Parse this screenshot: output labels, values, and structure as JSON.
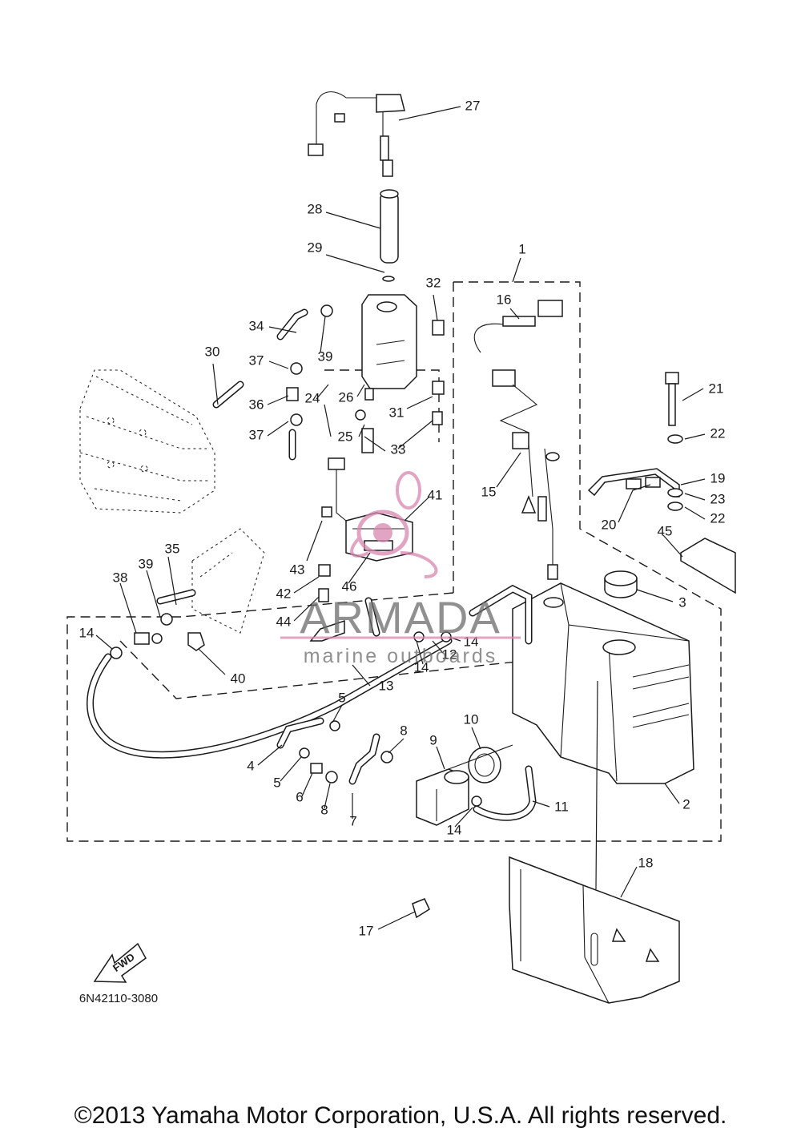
{
  "diagram": {
    "part_code": "6N42110-3080",
    "fwd_label": "FWD",
    "callouts": [
      {
        "id": "c1",
        "text": "1"
      },
      {
        "id": "c2",
        "text": "2"
      },
      {
        "id": "c3",
        "text": "3"
      },
      {
        "id": "c4",
        "text": "4"
      },
      {
        "id": "c5a",
        "text": "5"
      },
      {
        "id": "c5b",
        "text": "5"
      },
      {
        "id": "c6",
        "text": "6"
      },
      {
        "id": "c7",
        "text": "7"
      },
      {
        "id": "c8a",
        "text": "8"
      },
      {
        "id": "c8b",
        "text": "8"
      },
      {
        "id": "c9",
        "text": "9"
      },
      {
        "id": "c10",
        "text": "10"
      },
      {
        "id": "c11",
        "text": "11"
      },
      {
        "id": "c12",
        "text": "12"
      },
      {
        "id": "c13",
        "text": "13"
      },
      {
        "id": "c14a",
        "text": "14"
      },
      {
        "id": "c14b",
        "text": "14"
      },
      {
        "id": "c14c",
        "text": "14"
      },
      {
        "id": "c14d",
        "text": "14"
      },
      {
        "id": "c15",
        "text": "15"
      },
      {
        "id": "c16",
        "text": "16"
      },
      {
        "id": "c17",
        "text": "17"
      },
      {
        "id": "c18",
        "text": "18"
      },
      {
        "id": "c19",
        "text": "19"
      },
      {
        "id": "c20",
        "text": "20"
      },
      {
        "id": "c21",
        "text": "21"
      },
      {
        "id": "c22a",
        "text": "22"
      },
      {
        "id": "c22b",
        "text": "22"
      },
      {
        "id": "c23",
        "text": "23"
      },
      {
        "id": "c24",
        "text": "24"
      },
      {
        "id": "c25",
        "text": "25"
      },
      {
        "id": "c26",
        "text": "26"
      },
      {
        "id": "c27",
        "text": "27"
      },
      {
        "id": "c28",
        "text": "28"
      },
      {
        "id": "c29",
        "text": "29"
      },
      {
        "id": "c30",
        "text": "30"
      },
      {
        "id": "c31",
        "text": "31"
      },
      {
        "id": "c32",
        "text": "32"
      },
      {
        "id": "c33",
        "text": "33"
      },
      {
        "id": "c34",
        "text": "34"
      },
      {
        "id": "c35",
        "text": "35"
      },
      {
        "id": "c36",
        "text": "36"
      },
      {
        "id": "c37a",
        "text": "37"
      },
      {
        "id": "c37b",
        "text": "37"
      },
      {
        "id": "c38",
        "text": "38"
      },
      {
        "id": "c39a",
        "text": "39"
      },
      {
        "id": "c39b",
        "text": "39"
      },
      {
        "id": "c40",
        "text": "40"
      },
      {
        "id": "c41",
        "text": "41"
      },
      {
        "id": "c42",
        "text": "42"
      },
      {
        "id": "c43",
        "text": "43"
      },
      {
        "id": "c44",
        "text": "44"
      },
      {
        "id": "c45",
        "text": "45"
      },
      {
        "id": "c46",
        "text": "46"
      }
    ]
  },
  "watermark": {
    "brand": "ARMADA",
    "tagline": "marine outboards",
    "color": "#d986b0"
  },
  "footer": {
    "copyright": "©2013 Yamaha Motor Corporation, U.S.A. All rights reserved."
  }
}
